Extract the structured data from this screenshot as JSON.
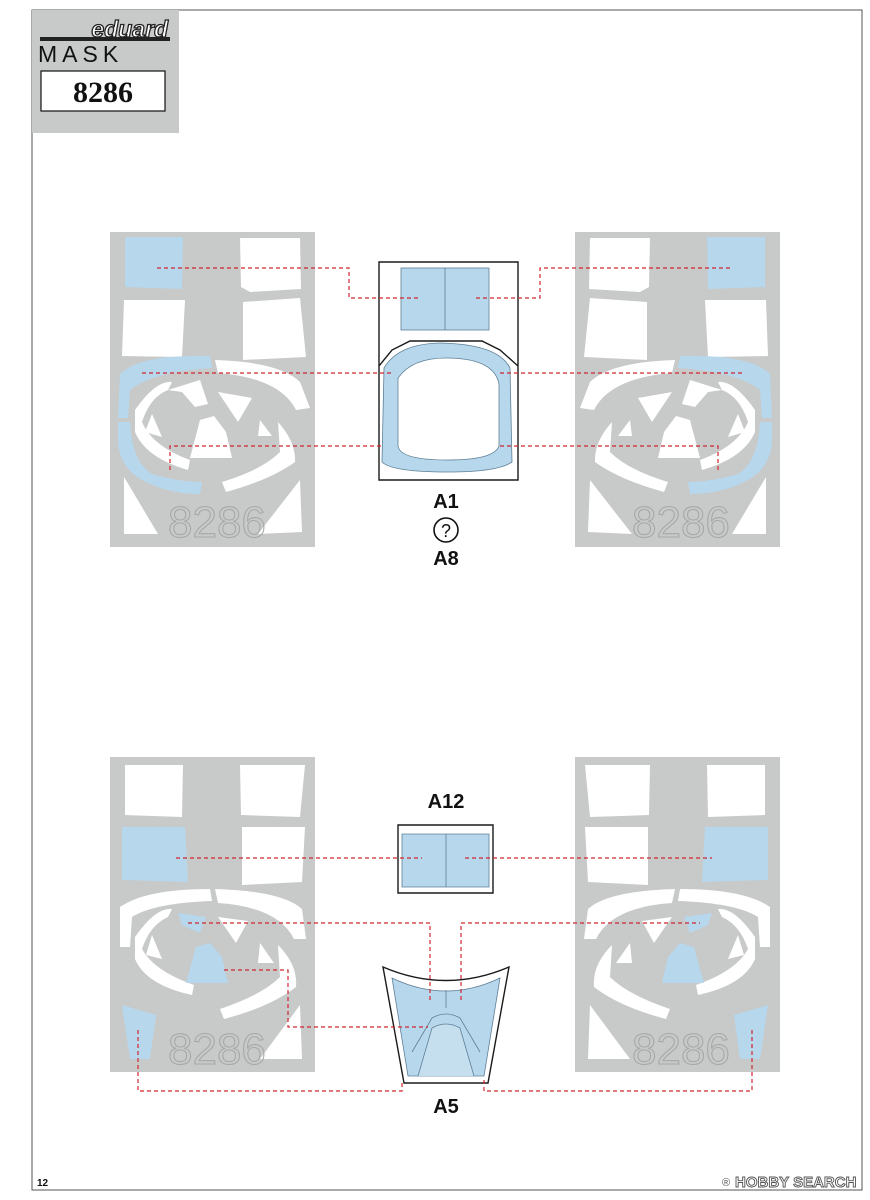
{
  "header": {
    "brand": "eduard",
    "product_line": "MASK",
    "set_number": "8286"
  },
  "sheet_number_watermark": "8286",
  "steps": [
    {
      "part_top": "A1",
      "alternative_mark": "?",
      "part_bottom": "A8"
    },
    {
      "part_top": "A12",
      "part_bottom": "A5"
    }
  ],
  "page_number": "12",
  "watermark": {
    "symbol": "®",
    "text": "HOBBY SEARCH"
  },
  "colors": {
    "mask_blue": "#b7d7ec",
    "sheet_grey": "#c8c9c9",
    "leader_red": "#d0272e"
  }
}
